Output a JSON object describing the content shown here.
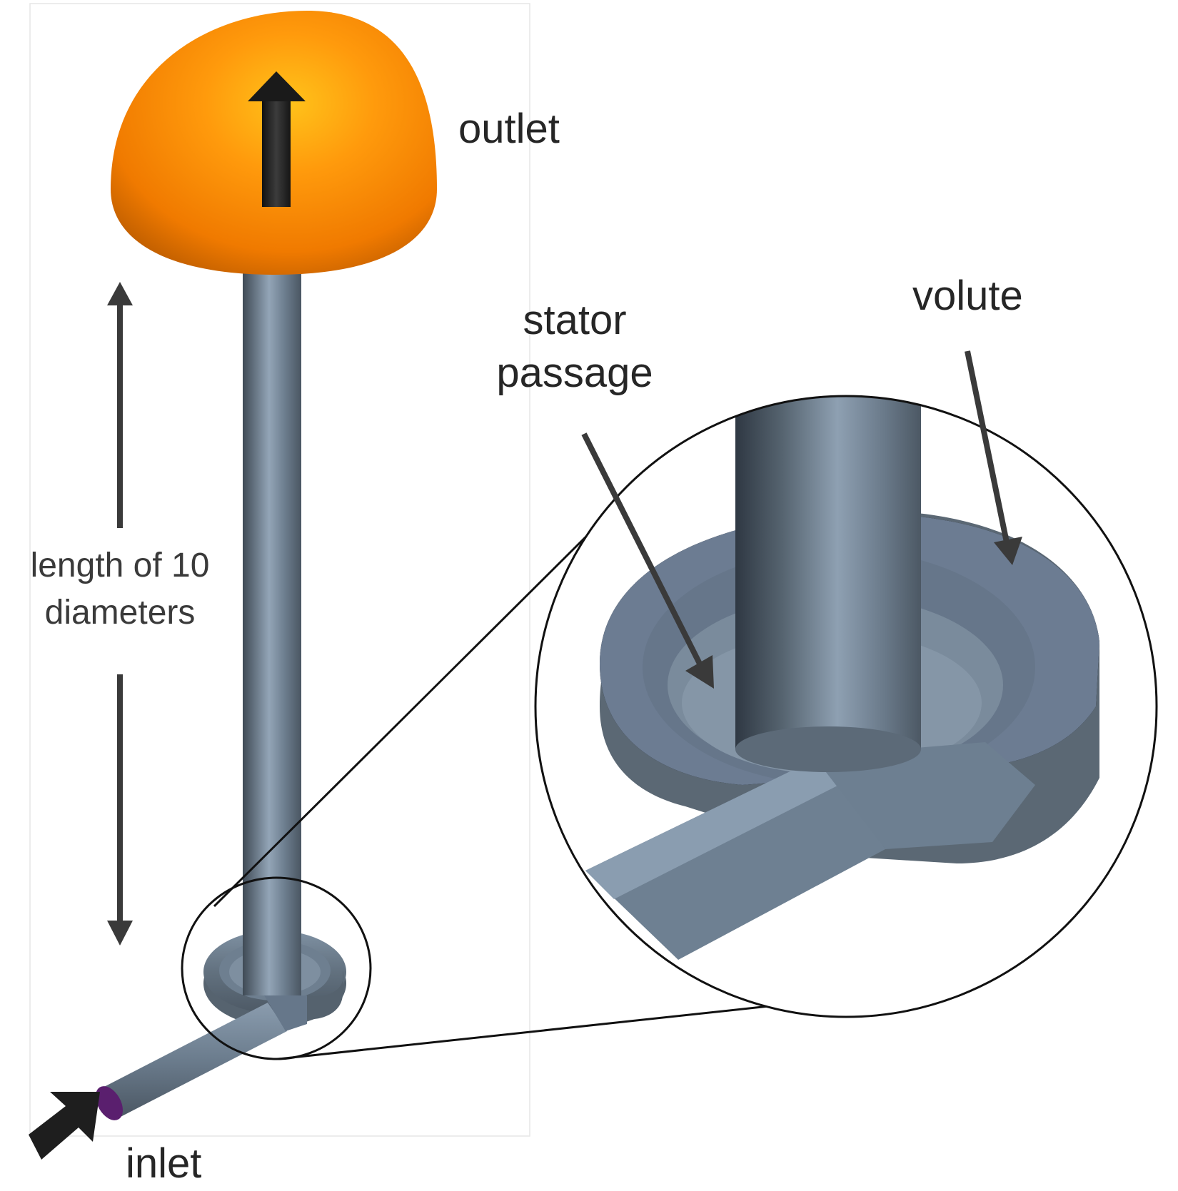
{
  "labels": {
    "outlet": "outlet",
    "volute": "volute",
    "stator_line1": "stator",
    "stator_line2": "passage",
    "length_line1": "length of 10",
    "length_line2": "diameters",
    "inlet": "inlet"
  },
  "colors": {
    "outlet_dome": "#ff8800",
    "pipe": "#6c7d8e",
    "pipe_light": "#94a6b8",
    "pipe_dark": "#3f4a55",
    "inlet_face": "#5a1f6e",
    "arrow": "#222222",
    "text": "#262626"
  },
  "icons": {
    "outlet_flow": "up-arrow-icon",
    "inlet_flow": "diagonal-arrow-icon",
    "length_dimension": "double-headed-arrow-icon"
  }
}
